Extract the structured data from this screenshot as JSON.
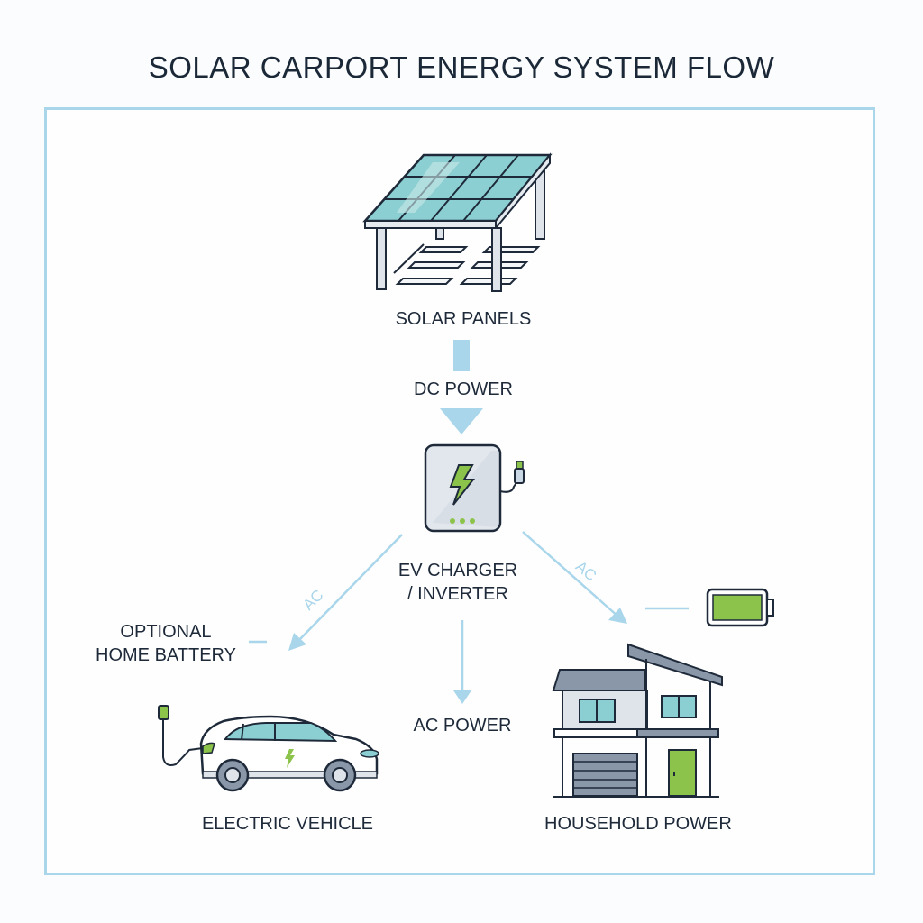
{
  "title": "SOLAR CARPORT ENERGY SYSTEM FLOW",
  "nodes": {
    "solar_panels": {
      "label": "SOLAR PANELS",
      "icon": "solar-carport-icon"
    },
    "charger": {
      "label_line1": "EV CHARGER",
      "label_line2": "/ INVERTER",
      "icon": "ev-charger-inverter-icon"
    },
    "battery": {
      "label_line1": "OPTIONAL",
      "label_line2": "HOME BATTERY",
      "icon": "battery-icon"
    },
    "vehicle": {
      "label": "ELECTRIC VEHICLE",
      "icon": "electric-car-icon"
    },
    "household": {
      "label": "HOUSEHOLD POWER",
      "icon": "house-icon"
    }
  },
  "flows": {
    "dc": {
      "label": "DC POWER"
    },
    "ac_left": {
      "label": "AC"
    },
    "ac_right": {
      "label": "AC"
    },
    "ac_down": {
      "label": "AC POWER"
    }
  },
  "colors": {
    "arrow": "#a9d6ea",
    "accent_green": "#8cc34a",
    "outline": "#1e2a3a",
    "panel": "#7fc4c9"
  }
}
